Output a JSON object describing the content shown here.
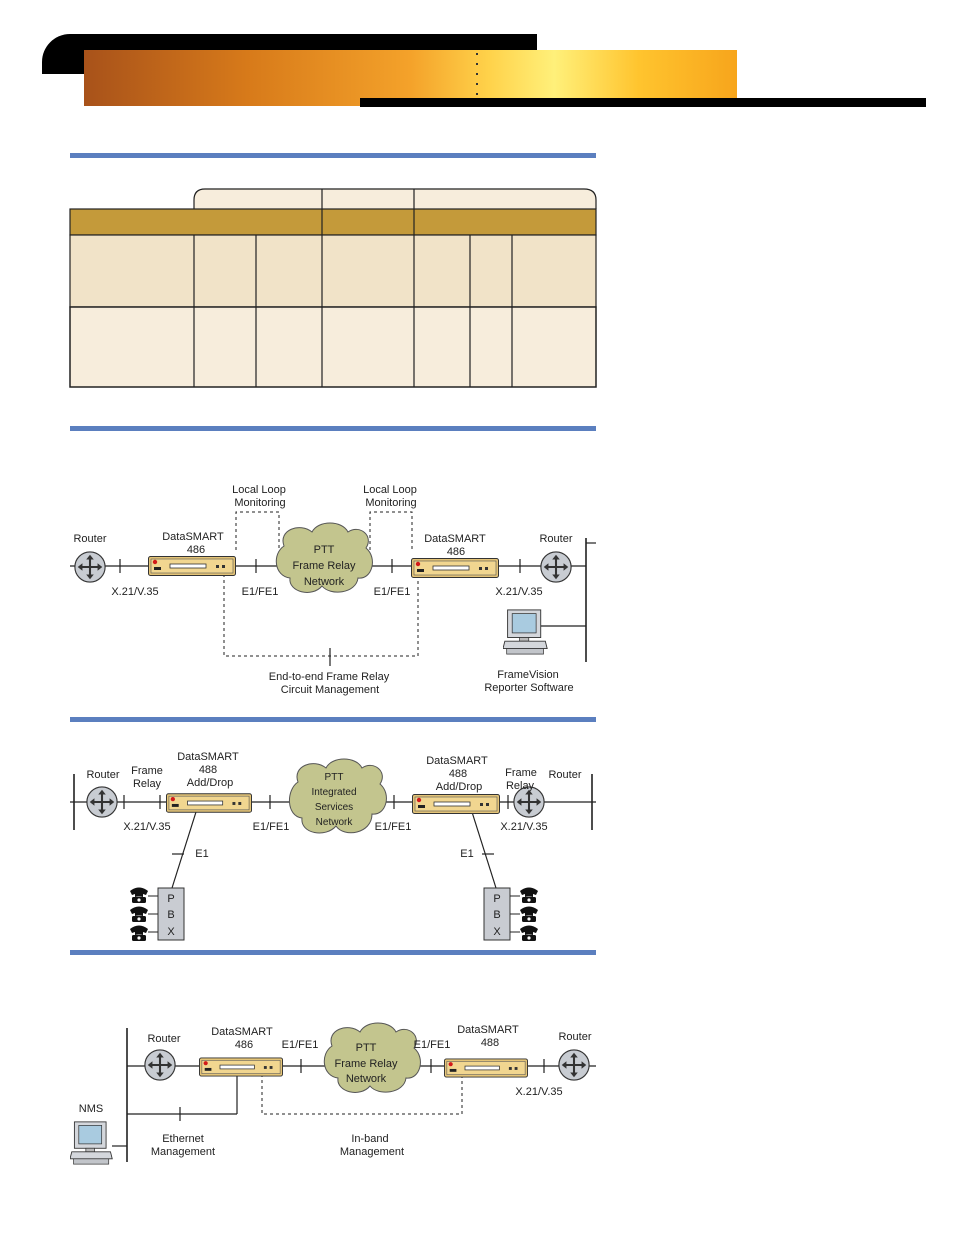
{
  "colors": {
    "header_flame_start": "#a8521a",
    "header_flame_end": "#fff07a",
    "section_rule": "#5b7fbf",
    "table_header": "#c49a3a",
    "table_row_1": "#f1e3c8",
    "table_row_2": "#f7eddc",
    "cloud": "#c3c58e"
  },
  "diagram1": {
    "router_left": "Router",
    "router_right": "Router",
    "ds_left": [
      "DataSMART",
      "486"
    ],
    "ds_right": [
      "DataSMART",
      "486"
    ],
    "cloud": [
      "PTT",
      "Frame Relay",
      "Network"
    ],
    "loop_left": [
      "Local Loop",
      "Monitoring"
    ],
    "loop_right": [
      "Local Loop",
      "Monitoring"
    ],
    "if_left": "X.21/V.35",
    "if_right": "X.21/V.35",
    "e1_left": "E1/FE1",
    "e1_right": "E1/FE1",
    "e2e": [
      "End-to-end Frame Relay",
      "Circuit Management"
    ],
    "reporter": [
      "FrameVision",
      "Reporter Software"
    ]
  },
  "diagram2": {
    "router_left": "Router",
    "router_right": "Router",
    "fr_left": [
      "Frame",
      "Relay"
    ],
    "fr_right": [
      "Frame",
      "Relay"
    ],
    "ds_left": [
      "DataSMART",
      "488",
      "Add/Drop"
    ],
    "ds_right": [
      "DataSMART",
      "488",
      "Add/Drop"
    ],
    "cloud": [
      "PTT",
      "Integrated",
      "Services",
      "Network"
    ],
    "if_left": "X.21/V.35",
    "if_right": "X.21/V.35",
    "e1fe1_left": "E1/FE1",
    "e1fe1_right": "E1/FE1",
    "e1_left": "E1",
    "e1_right": "E1",
    "pbx": [
      "P",
      "B",
      "X"
    ]
  },
  "diagram3": {
    "router_left": "Router",
    "router_right": "Router",
    "ds_left": [
      "DataSMART",
      "486"
    ],
    "ds_right": [
      "DataSMART",
      "488"
    ],
    "e1_left": "E1/FE1",
    "e1_right": "E1/FE1",
    "cloud": [
      "PTT",
      "Frame Relay",
      "Network"
    ],
    "if_right": "X.21/V.35",
    "nms": "NMS",
    "eth": [
      "Ethernet",
      "Management"
    ],
    "inband": [
      "In-band",
      "Management"
    ]
  }
}
